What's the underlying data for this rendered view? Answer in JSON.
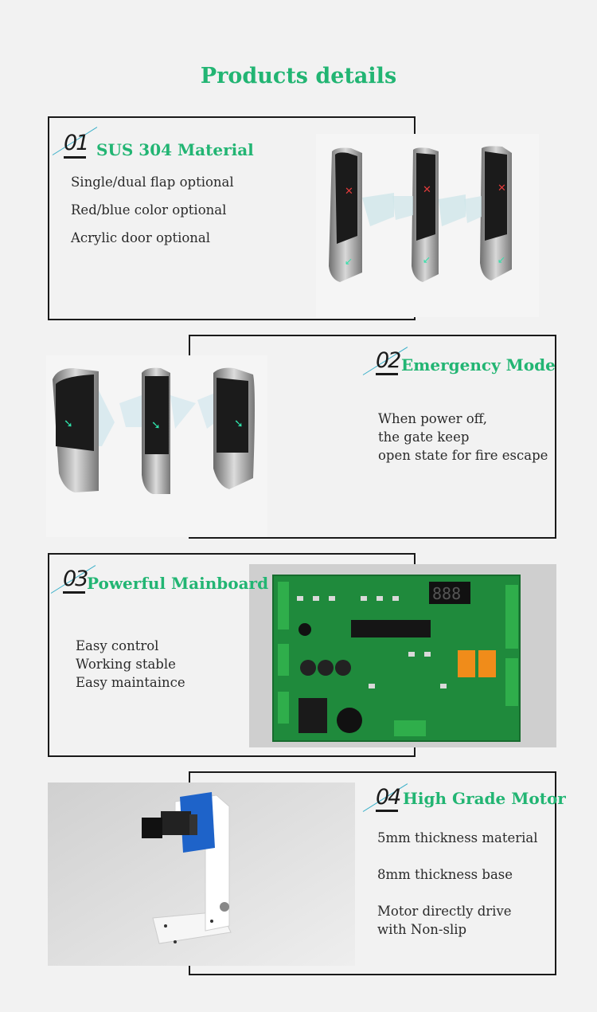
{
  "page": {
    "title": "Products details"
  },
  "sections": [
    {
      "number": "01",
      "heading": "SUS 304 Material",
      "lines": [
        "Single/dual flap optional",
        "Red/blue color optional",
        "Acrylic door optional"
      ]
    },
    {
      "number": "02",
      "heading": "Emergency Mode",
      "lines": [
        "When power off,",
        "the gate keep",
        "open state for fire escape"
      ]
    },
    {
      "number": "03",
      "heading": "Powerful Mainboard",
      "lines": [
        "Easy control",
        "Working stable",
        "Easy maintaince"
      ]
    },
    {
      "number": "04",
      "heading": "High Grade Motor",
      "lines": [
        "5mm thickness material",
        "8mm thickness base",
        "Motor directly drive",
        "with Non-slip"
      ]
    }
  ],
  "colors": {
    "accent": "#22b573",
    "frame": "#1a1a1a",
    "slash": "#3ab0c9"
  }
}
